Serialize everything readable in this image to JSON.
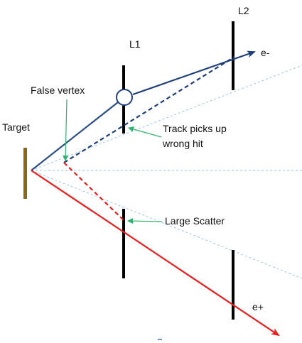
{
  "labels": {
    "layer1": "L1",
    "layer2": "L2",
    "target": "Target",
    "false_vertex": "False vertex",
    "track_picks_up_line1": "Track picks up",
    "track_picks_up_line2": "wrong hit",
    "large_scatter": "Large Scatter",
    "electron": "e-",
    "positron": "e+"
  },
  "colors": {
    "electron_track": "#1f3f7a",
    "electron_solid": "#2b4f86",
    "positron_track": "#ee1c1c",
    "target": "#8b6914",
    "detector_layer": "#000000",
    "acceptance_dotted": "#9dc3e6",
    "annotation_arrow": "#2db36f"
  }
}
